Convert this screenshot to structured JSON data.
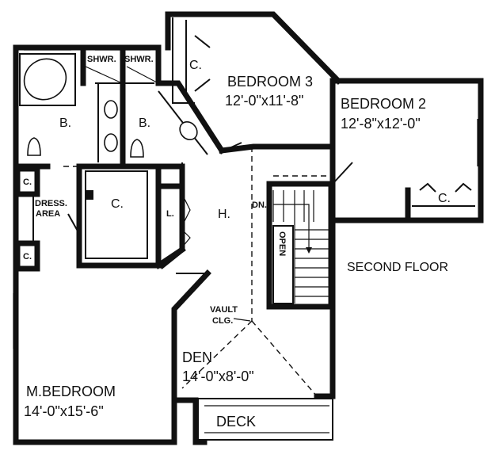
{
  "rooms": {
    "bedroom3": {
      "name": "BEDROOM 3",
      "size": "12'-0\"x11'-8\""
    },
    "bedroom2": {
      "name": "BEDROOM 2",
      "size": "12'-8\"x12'-0\""
    },
    "master": {
      "name": "M.BEDROOM",
      "size": "14'-0\"x15'-6\""
    },
    "den": {
      "name": "DEN",
      "size": "14'-0\"x8'-0\""
    }
  },
  "labels": {
    "bath_left": "B.",
    "bath_right": "B.",
    "shower_left": "SHWR.",
    "shower_right": "SHWR.",
    "closet_walkin": "C.",
    "closet_bed3": "C.",
    "closet_bed2": "C.",
    "closet_left_top": "C.",
    "closet_left_bottom": "C.",
    "linen": "L.",
    "hall": "H.",
    "down": "DN.",
    "open": "OPEN",
    "dress_line1": "DRESS.",
    "dress_line2": "AREA",
    "vault_line1": "VAULT",
    "vault_line2": "CLG.",
    "deck": "DECK",
    "floor": "SECOND FLOOR"
  }
}
